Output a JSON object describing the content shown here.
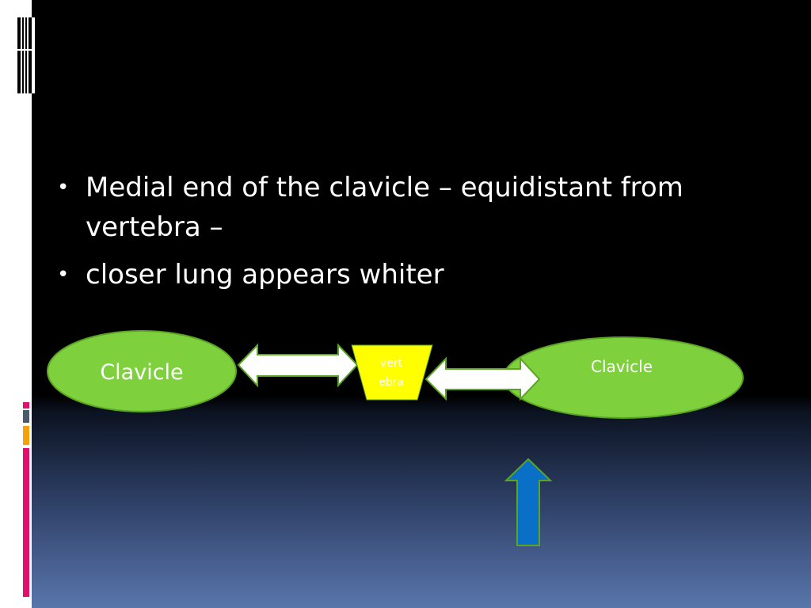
{
  "bullets": [
    {
      "text": "Medial end of the clavicle – equidistant from vertebra –"
    },
    {
      "text": "closer lung appears whiter"
    }
  ],
  "diagram": {
    "left_clavicle_label": "Clavicle",
    "right_clavicle_label": "Clavicle",
    "vertebra_label_line1": "vert",
    "vertebra_label_line2": "ebra"
  },
  "colors": {
    "clavicle_fill": "#7ed13c",
    "clavicle_stroke": "#5aa426",
    "vertebra_fill": "#ffff00",
    "arrow_fill": "#ffffff",
    "arrow_stroke": "#5aa426",
    "up_arrow_fill": "#0a6fc6",
    "up_arrow_stroke": "#5aa426",
    "accent_pink": "#e0106c",
    "accent_gray": "#4a5a6e",
    "accent_orange": "#f5a20a"
  }
}
